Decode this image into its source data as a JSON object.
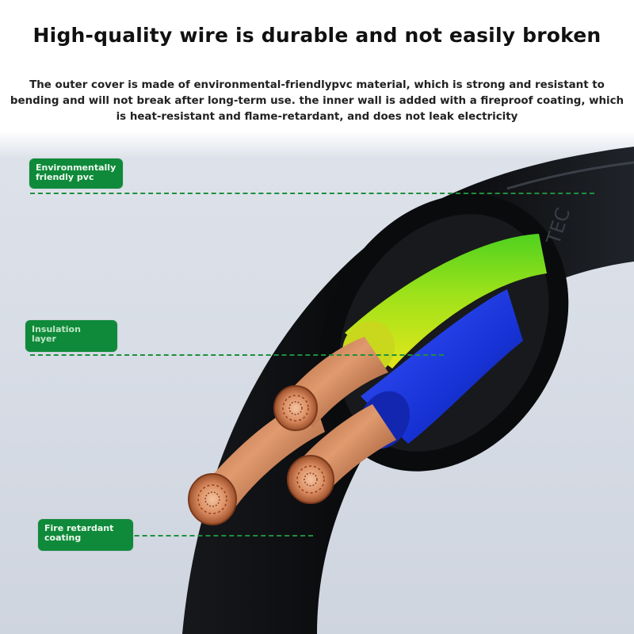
{
  "title": "High-quality wire is durable and not easily broken",
  "description": "The outer cover is made of environmental-friendlypvc material, which is strong and resistant to bending and will not break after long-term use. the inner wall is added with a fireproof coating, which is heat-resistant and flame-retardant, and does not leak electricity",
  "labels": {
    "pvc": "Environmentally\nfriendly pvc",
    "insulation": "Insulation\nlayer",
    "fire": "Fire retardant\ncoating"
  },
  "cable_print": "TEC",
  "colors": {
    "label_green": "#0f8a3a",
    "dash_green": "#1f8f3e",
    "sheath": "#0d0e10",
    "copper": "#c8744b",
    "earth_green": "#4fd11f",
    "earth_yellow": "#e3e61a",
    "neutral_blue": "#1733d6"
  }
}
